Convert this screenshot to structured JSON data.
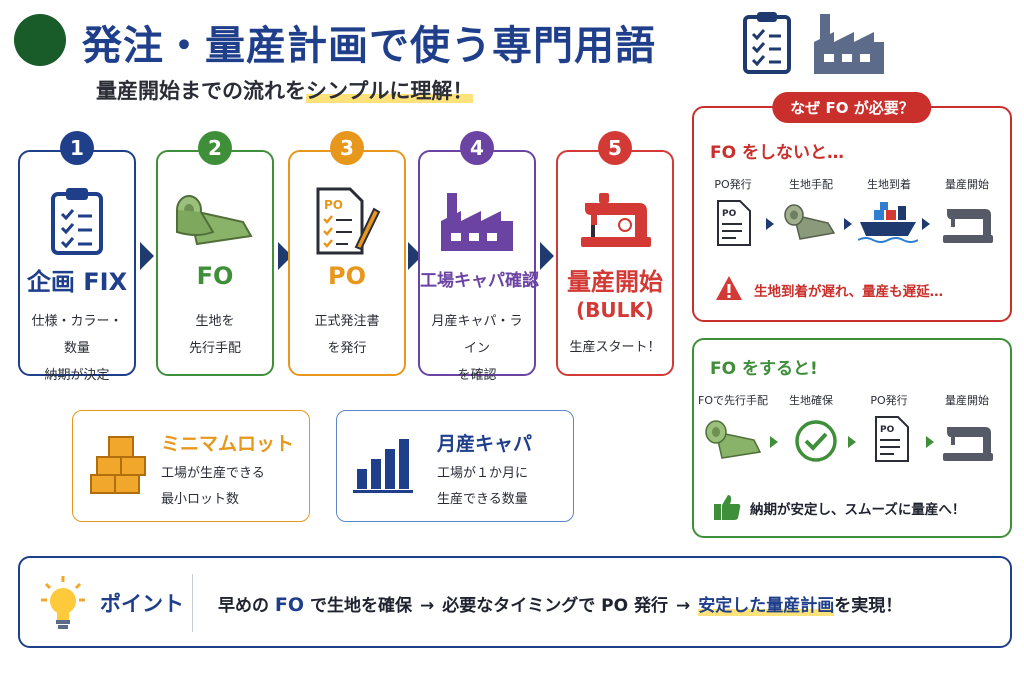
{
  "header": {
    "title": "発注・量産計画で使う専門用語",
    "subtitle_pre": "量産開始までの流れを",
    "subtitle_highlight": "シンプルに理解！",
    "icons": [
      "clipboard-icon",
      "factory-icon"
    ]
  },
  "steps": [
    {
      "num": "1",
      "title": "企画 FIX",
      "desc1": "仕様・カラー・数量",
      "desc2": "納期が決定",
      "color": "#1f3f8a",
      "icon": "clipboard-icon"
    },
    {
      "num": "2",
      "title": "FO",
      "desc1": "生地を",
      "desc2": "先行手配",
      "color": "#3f8f3a",
      "icon": "fabric-roll-icon"
    },
    {
      "num": "3",
      "title": "PO",
      "desc1": "正式発注書",
      "desc2": "を発行",
      "color": "#e8971d",
      "icon": "po-document-icon"
    },
    {
      "num": "4",
      "title": "工場キャパ確認",
      "desc1": "月産キャパ・ライン",
      "desc2": "を確認",
      "color": "#6b43a3",
      "icon": "factory-icon"
    },
    {
      "num": "5",
      "title": "量産開始",
      "sub": "(BULK)",
      "desc1": "生産スタート！",
      "color": "#d33a36",
      "icon": "sewing-machine-icon"
    }
  ],
  "info_boxes": [
    {
      "title": "ミニマムロット",
      "desc1": "工場が生産できる",
      "desc2": "最小ロット数",
      "color": "#e8971d",
      "icon": "boxes-icon"
    },
    {
      "title": "月産キャパ",
      "desc1": "工場が１か月に",
      "desc2": "生産できる数量",
      "color": "#1f3f8a",
      "icon": "bar-chart-icon"
    }
  ],
  "why_panel": {
    "badge": "なぜ FO が必要？",
    "title": "FO をしないと…",
    "flow": [
      "PO発行",
      "生地手配",
      "生地到着",
      "量産開始"
    ],
    "note": "生地到着が遅れ、量産も遅延…",
    "color": "#c9302c"
  },
  "fo_panel": {
    "title": "FO をすると!",
    "flow": [
      "FOで先行手配",
      "生地確保",
      "PO発行",
      "量産開始"
    ],
    "note": "納期が安定し、スムーズに量産へ！",
    "color": "#3f8f3a"
  },
  "point": {
    "label": "ポイント",
    "part1": "早めの",
    "fo": "FO",
    "part2": "で生地を確保",
    "arrow": "→",
    "part3": "必要なタイミングで PO 発行",
    "part4": "安定した量産計画",
    "part5": "を実現！"
  }
}
